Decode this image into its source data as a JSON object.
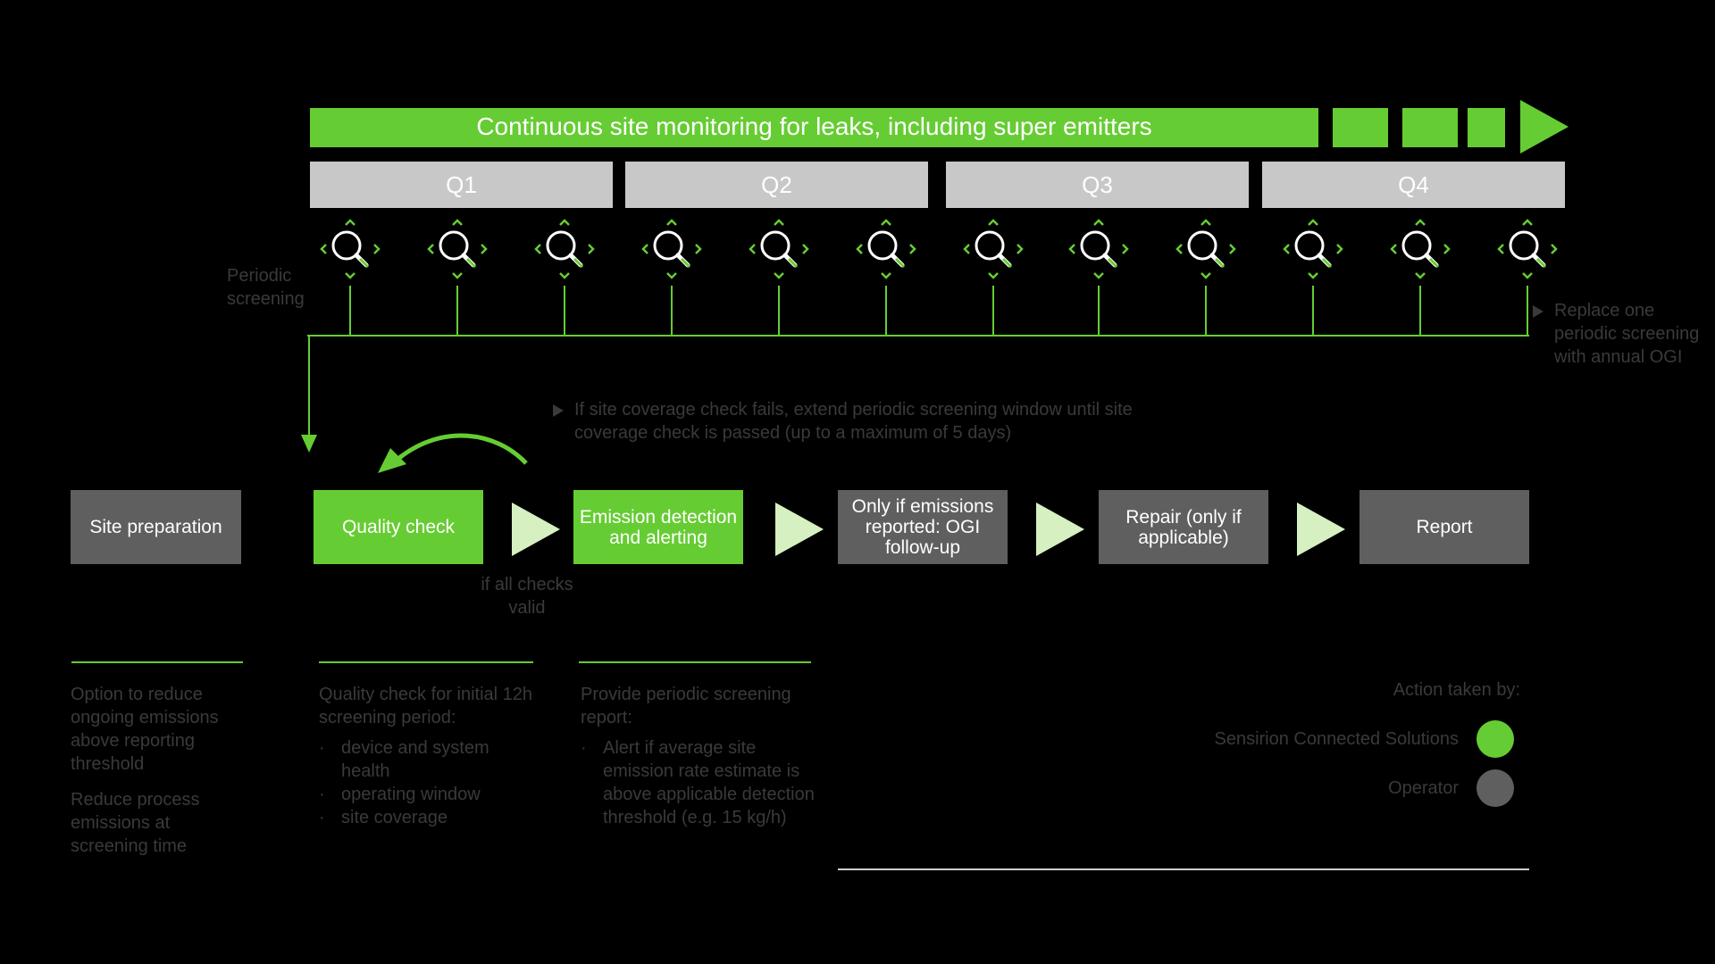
{
  "banner": {
    "text": "Continuous site monitoring for leaks, including super emitters"
  },
  "quarters": [
    "Q1",
    "Q2",
    "Q3",
    "Q4"
  ],
  "screening": {
    "label": "Periodic screening",
    "icon_count": 12,
    "icon_name": "magnifier-scan-icon"
  },
  "replace_note": "Replace one periodic screening with annual OGI",
  "coverage_note": "If site coverage check fails, extend periodic screening window until site coverage check is passed (up to a maximum of 5 days)",
  "steps": [
    {
      "label": "Site preparation",
      "actor": "operator"
    },
    {
      "label": "Quality check",
      "actor": "sensirion"
    },
    {
      "label": "Emission detection and alerting",
      "actor": "sensirion"
    },
    {
      "label": "Only if emissions reported: OGI follow-up",
      "actor": "operator"
    },
    {
      "label": "Repair (only if applicable)",
      "actor": "operator"
    },
    {
      "label": "Report",
      "actor": "operator"
    }
  ],
  "valid_note": "if all checks valid",
  "descriptions": {
    "site_prep": {
      "p1": "Option to reduce ongoing emissions above reporting threshold",
      "p2": "Reduce process emissions at screening time"
    },
    "quality": {
      "intro": "Quality check for initial 12h screening period:",
      "items": [
        "device and system health",
        "operating window",
        "site coverage"
      ]
    },
    "emission": {
      "intro": "Provide periodic screening report:",
      "items": [
        "Alert if average site emission rate estimate is above applicable detection threshold (e.g. 15 kg/h)"
      ]
    }
  },
  "legend": {
    "title": "Action taken by:",
    "entries": [
      {
        "label": "Sensirion Connected Solutions",
        "color": "#66cc33"
      },
      {
        "label": "Operator",
        "color": "#5f5f5f"
      }
    ]
  },
  "colors": {
    "green": "#66cc33",
    "operator_gray": "#5f5f5f",
    "quarter_gray": "#c8c8c8",
    "arrow_light": "#d6f0c2",
    "background": "#000000"
  }
}
